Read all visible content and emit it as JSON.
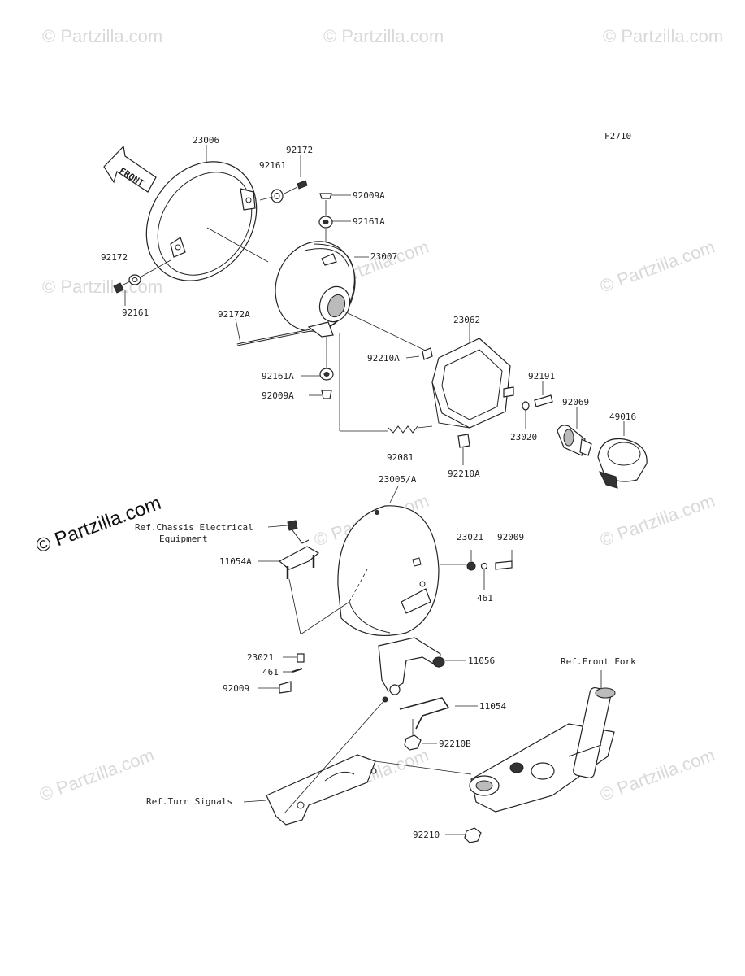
{
  "diagram_code": "F2710",
  "front_arrow_label": "FRONT",
  "watermark_text": "© Partzilla.com",
  "callouts": {
    "p23006": "23006",
    "p92172_top": "92172",
    "p92161_top": "92161",
    "p92009A_top": "92009A",
    "p92161A_top": "92161A",
    "p23007": "23007",
    "p92172_left": "92172",
    "p92161_left": "92161",
    "p92172A": "92172A",
    "p23062": "23062",
    "p92210A_upper": "92210A",
    "p92191": "92191",
    "p92069": "92069",
    "p49016": "49016",
    "p92161A_low": "92161A",
    "p92009A_low": "92009A",
    "p23020": "23020",
    "p92081": "92081",
    "p92210A_lower": "92210A",
    "p23005A": "23005/A",
    "p23021_right": "23021",
    "p92009_right": "92009",
    "p461_right": "461",
    "p11054A": "11054A",
    "p23021_left": "23021",
    "p461_left": "461",
    "p92009_left": "92009",
    "p11056": "11056",
    "p11054": "11054",
    "p92210B": "92210B",
    "p92210": "92210"
  },
  "refs": {
    "chassis_line1": "Ref.Chassis Electrical",
    "chassis_line2": "Equipment",
    "front_fork": "Ref.Front Fork",
    "turn_signals": "Ref.Turn Signals"
  }
}
